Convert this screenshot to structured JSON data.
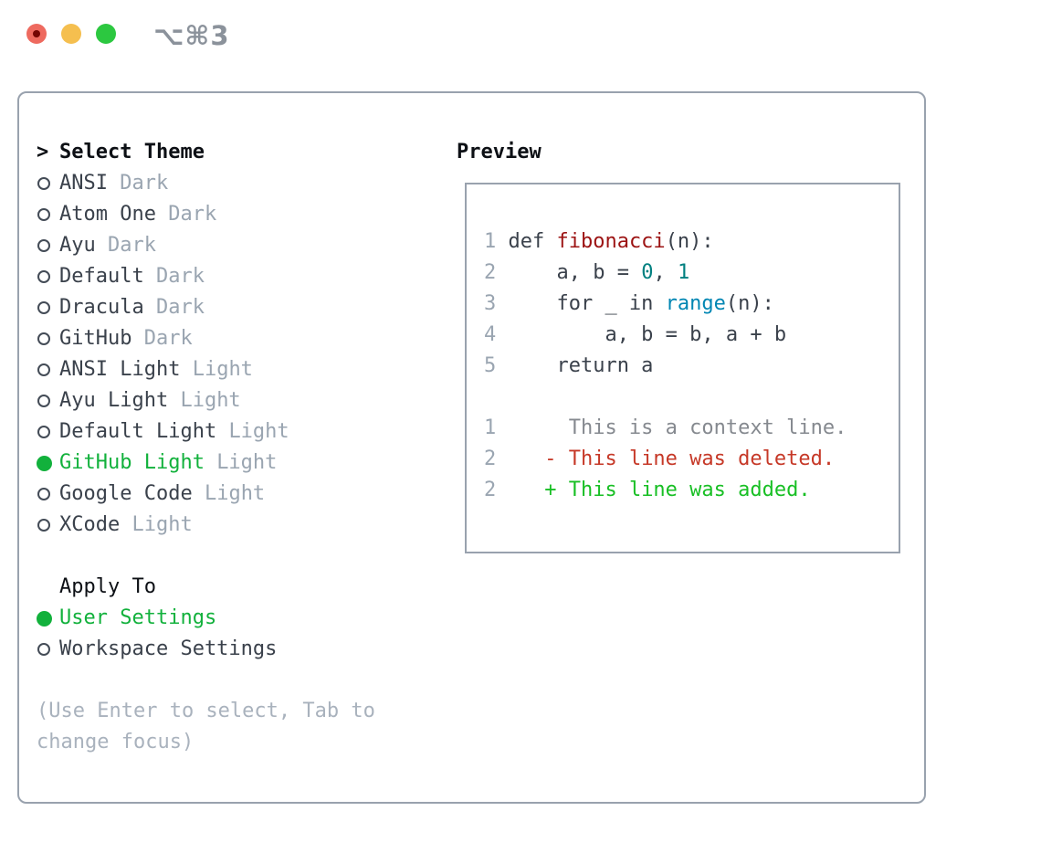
{
  "window": {
    "title_shortcut": "⌥⌘3",
    "traffic_lights": [
      "close",
      "minimize",
      "zoom"
    ]
  },
  "colors": {
    "panel_border": "#99a2ae",
    "header_text": "#0d1015",
    "item_text": "#3a414b",
    "variant_tag": "#9aa5b1",
    "selected_green": "#12b13c",
    "hint_gray": "#a9b2bd",
    "code_plain": "#3a414b",
    "code_function_red": "#9c1313",
    "code_number_teal": "#008080",
    "code_builtin_blue": "#0086b3",
    "diff_context_gray": "#85898f",
    "diff_deleted_red": "#c63827",
    "diff_added_green": "#18bf24",
    "traffic_red": "#ee6a5f",
    "traffic_yellow": "#f5bf4f",
    "traffic_green": "#2cc840"
  },
  "theme_picker": {
    "header_prefix": ">",
    "header_label": "Select Theme",
    "items": [
      {
        "name": "ANSI",
        "variant": "Dark",
        "selected": false
      },
      {
        "name": "Atom One",
        "variant": "Dark",
        "selected": false
      },
      {
        "name": "Ayu",
        "variant": "Dark",
        "selected": false
      },
      {
        "name": "Default",
        "variant": "Dark",
        "selected": false
      },
      {
        "name": "Dracula",
        "variant": "Dark",
        "selected": false
      },
      {
        "name": "GitHub",
        "variant": "Dark",
        "selected": false
      },
      {
        "name": "ANSI Light",
        "variant": "Light",
        "selected": false
      },
      {
        "name": "Ayu Light",
        "variant": "Light",
        "selected": false
      },
      {
        "name": "Default Light",
        "variant": "Light",
        "selected": false
      },
      {
        "name": "GitHub Light",
        "variant": "Light",
        "selected": true
      },
      {
        "name": "Google Code",
        "variant": "Light",
        "selected": false
      },
      {
        "name": "XCode",
        "variant": "Light",
        "selected": false
      }
    ]
  },
  "apply_to": {
    "header": "Apply To",
    "options": [
      {
        "name": "User Settings",
        "selected": true
      },
      {
        "name": "Workspace Settings",
        "selected": false
      }
    ]
  },
  "hint": "(Use Enter to select, Tab to change focus)",
  "preview": {
    "header": "Preview",
    "code_lines": [
      {
        "num": "1",
        "tokens": [
          {
            "text": "def ",
            "style": "plain"
          },
          {
            "text": "fibonacci",
            "style": "func"
          },
          {
            "text": "(n):",
            "style": "plain"
          }
        ]
      },
      {
        "num": "2",
        "tokens": [
          {
            "text": "    a, b = ",
            "style": "plain"
          },
          {
            "text": "0",
            "style": "num"
          },
          {
            "text": ", ",
            "style": "plain"
          },
          {
            "text": "1",
            "style": "num"
          }
        ]
      },
      {
        "num": "3",
        "tokens": [
          {
            "text": "    for _ in ",
            "style": "plain"
          },
          {
            "text": "range",
            "style": "builtin"
          },
          {
            "text": "(n):",
            "style": "plain"
          }
        ]
      },
      {
        "num": "4",
        "tokens": [
          {
            "text": "        a, b = b, a + b",
            "style": "plain"
          }
        ]
      },
      {
        "num": "5",
        "tokens": [
          {
            "text": "    return a",
            "style": "plain"
          }
        ]
      }
    ],
    "diff_lines": [
      {
        "num": "1",
        "marker": " ",
        "text": "This is a context line.",
        "kind": "context"
      },
      {
        "num": "2",
        "marker": "- ",
        "text": "This line was deleted.",
        "kind": "deleted"
      },
      {
        "num": "2",
        "marker": "+ ",
        "text": "This line was added.",
        "kind": "added"
      }
    ]
  }
}
